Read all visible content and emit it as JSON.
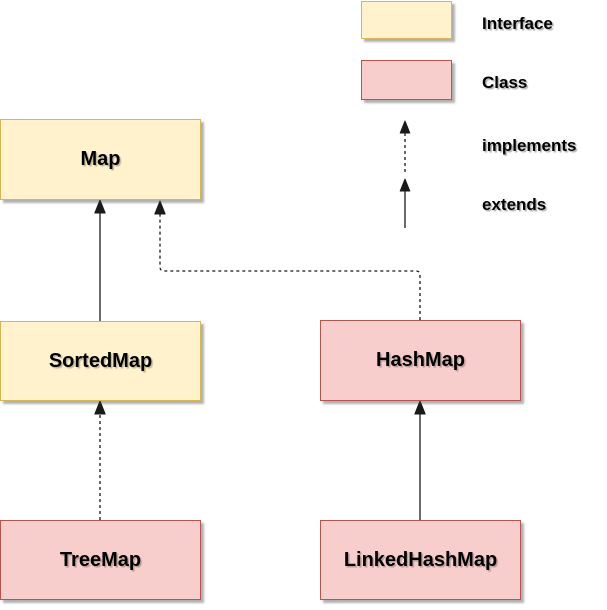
{
  "diagram": {
    "nodes": {
      "map": {
        "label": "Map",
        "kind": "interface"
      },
      "sortedmap": {
        "label": "SortedMap",
        "kind": "interface"
      },
      "treemap": {
        "label": "TreeMap",
        "kind": "class"
      },
      "hashmap": {
        "label": "HashMap",
        "kind": "class"
      },
      "linkedhashmap": {
        "label": "LinkedHashMap",
        "kind": "class"
      }
    },
    "edges": [
      {
        "from": "sortedmap",
        "to": "map",
        "type": "extends",
        "line": "solid"
      },
      {
        "from": "treemap",
        "to": "sortedmap",
        "type": "implements",
        "line": "dashed"
      },
      {
        "from": "hashmap",
        "to": "map",
        "type": "implements",
        "line": "dashed"
      },
      {
        "from": "linkedhashmap",
        "to": "hashmap",
        "type": "extends",
        "line": "solid"
      }
    ],
    "legend": {
      "interface_label": "Interface",
      "class_label": "Class",
      "implements_label": "implements",
      "extends_label": "extends"
    },
    "colors": {
      "interface_fill": "#FFF2CC",
      "interface_border": "#D6B656",
      "class_fill": "#F8CECC",
      "class_border": "#B85450",
      "arrow_color": "#1a1a1a",
      "background": "#FFFFFF"
    }
  }
}
